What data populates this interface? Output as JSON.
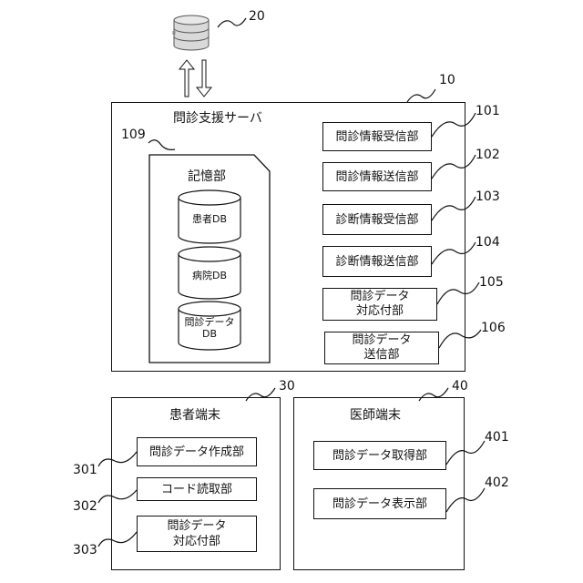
{
  "external_db": {
    "ref": "20"
  },
  "server": {
    "ref": "10",
    "title": "問診支援サーバ",
    "storage": {
      "ref": "109",
      "title": "記憶部",
      "databases": [
        "患者DB",
        "病院DB",
        "問診データ\nDB"
      ]
    },
    "units": [
      {
        "label": "問診情報受信部",
        "ref": "101"
      },
      {
        "label": "問診情報送信部",
        "ref": "102"
      },
      {
        "label": "診断情報受信部",
        "ref": "103"
      },
      {
        "label": "診断情報送信部",
        "ref": "104"
      },
      {
        "label": "問診データ\n対応付部",
        "ref": "105"
      },
      {
        "label": "問診データ\n送信部",
        "ref": "106"
      }
    ]
  },
  "patient_terminal": {
    "ref": "30",
    "title": "患者端末",
    "units": [
      {
        "label": "問診データ作成部",
        "ref": "301"
      },
      {
        "label": "コード読取部",
        "ref": "302"
      },
      {
        "label": "問診データ\n対応付部",
        "ref": "303"
      }
    ]
  },
  "doctor_terminal": {
    "ref": "40",
    "title": "医師端末",
    "units": [
      {
        "label": "問診データ取得部",
        "ref": "401"
      },
      {
        "label": "問診データ表示部",
        "ref": "402"
      }
    ]
  }
}
